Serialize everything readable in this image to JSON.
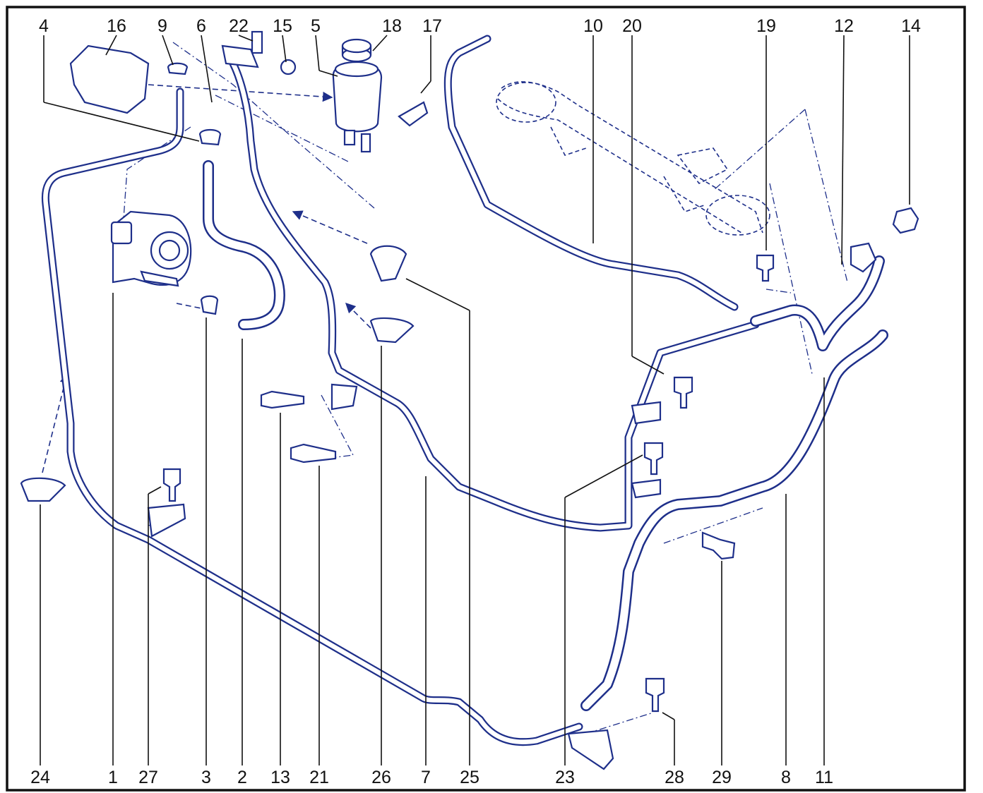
{
  "colors": {
    "frame": "#111111",
    "line_art": "#1e2f8a",
    "background": "#ffffff"
  },
  "callouts": {
    "c1": "1",
    "c2": "2",
    "c3": "3",
    "c4": "4",
    "c5": "5",
    "c6": "6",
    "c7": "7",
    "c8": "8",
    "c9": "9",
    "c10": "10",
    "c11": "11",
    "c12": "12",
    "c13": "13",
    "c14": "14",
    "c15": "15",
    "c16": "16",
    "c17": "17",
    "c18": "18",
    "c19": "19",
    "c20": "20",
    "c21": "21",
    "c22": "22",
    "c23": "23",
    "c24": "24",
    "c25": "25",
    "c26": "26",
    "c27": "27",
    "c28": "28",
    "c29": "29"
  }
}
